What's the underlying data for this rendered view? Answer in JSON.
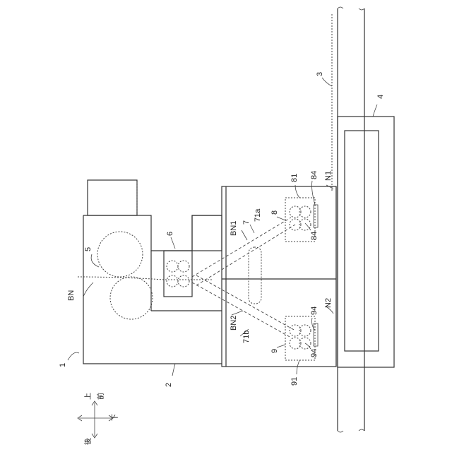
{
  "labels": {
    "l1": "1",
    "l2": "2",
    "l3": "3",
    "l4": "4",
    "l5": "5",
    "l6": "6",
    "l7": "7",
    "l8": "8",
    "l9": "9",
    "l71a": "71a",
    "l71b": "71b",
    "l81": "81",
    "l84a": "84",
    "l84b": "84",
    "l91": "91",
    "l94a": "94",
    "l94b": "94",
    "lBN": "BN",
    "lBN1": "BN1",
    "lBN2": "BN2",
    "lN1": "N1",
    "lN2": "N2"
  },
  "directions": {
    "up": "上",
    "down": "下",
    "front": "前",
    "back": "後"
  }
}
